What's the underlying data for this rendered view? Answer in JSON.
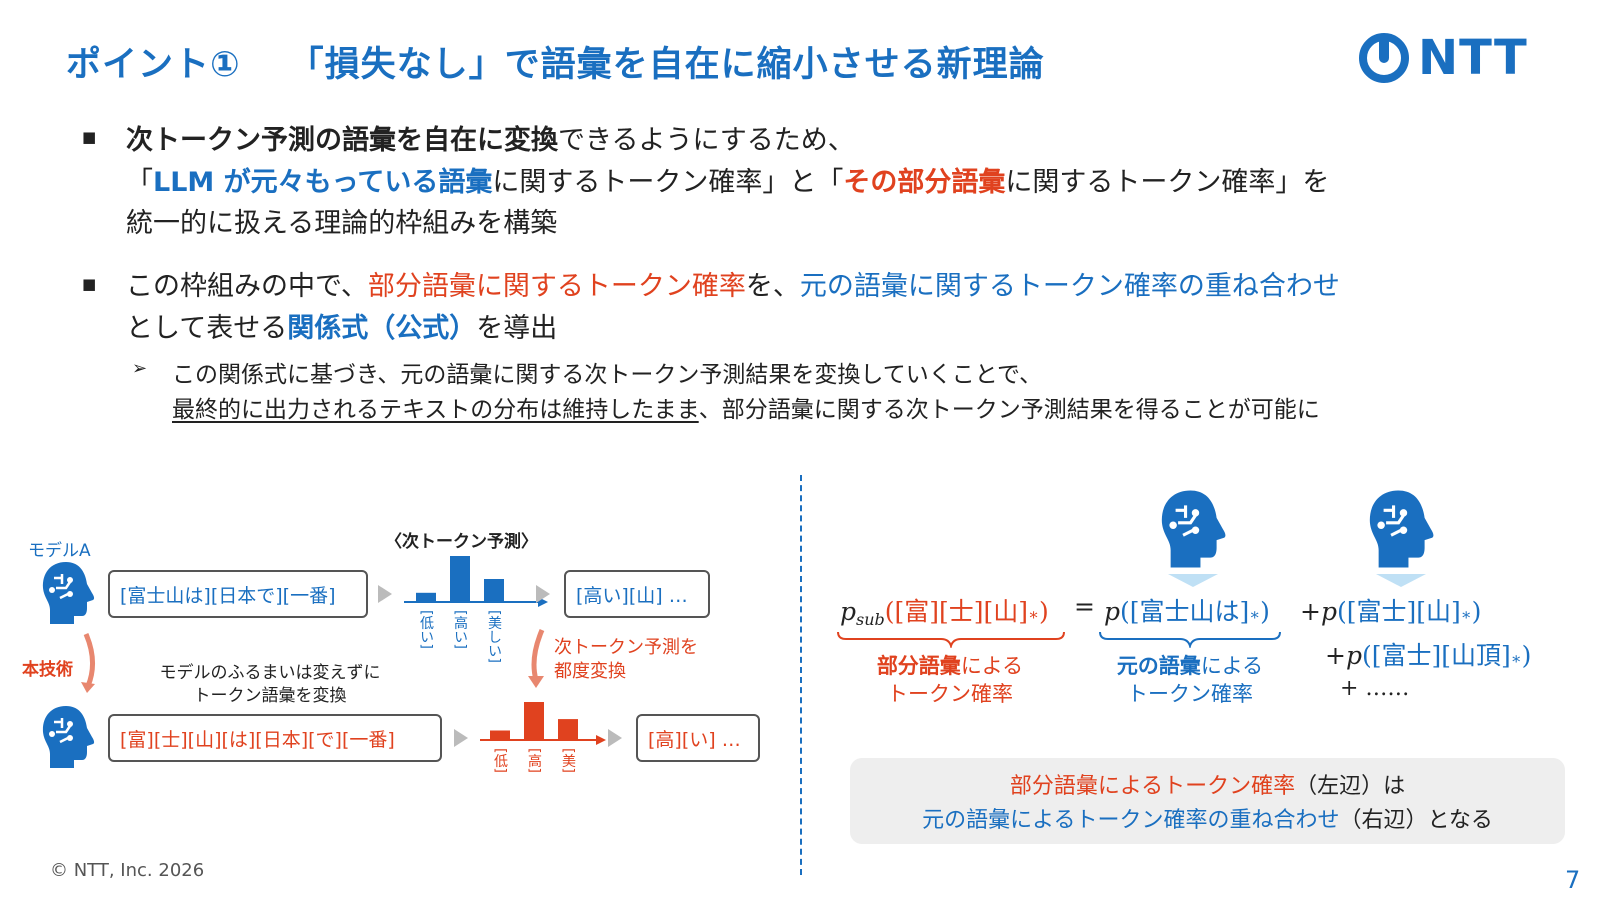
{
  "title": {
    "point": "ポイント①",
    "main": "「損失なし」で語彙を自在に縮小させる新理論"
  },
  "logo": {
    "text": "NTT"
  },
  "bullet1": {
    "l1_bold": "次トークン予測の語彙を自在に変換",
    "l1_rest": "できるようにするため、",
    "l2_a": "「",
    "l2_blue": "LLM が元々もっている語彙",
    "l2_b": "に関するトークン確率」と「",
    "l2_red": "その部分語彙",
    "l2_c": "に関するトークン確率」を",
    "l3": "統一的に扱える理論的枠組みを構築"
  },
  "bullet2": {
    "l1_a": "この枠組みの中で、",
    "l1_red": "部分語彙に関するトークン確率",
    "l1_b": "を、",
    "l1_blue": "元の語彙に関するトークン確率の重ね合わせ",
    "l2_a": "として表せる",
    "l2_bold": "関係式（公式）",
    "l2_b": "を導出",
    "sub_l1": "この関係式に基づき、元の語彙に関する次トークン予測結果を変換していくことで、",
    "sub_l2_u": "最終的に出力されるテキストの分布は維持したまま",
    "sub_l2_rest": "、部分語彙に関する次トークン予測結果を得ることが可能に"
  },
  "diagram": {
    "model_a": "モデルA",
    "next_token_label": "〈次トークン予測〉",
    "input_top": "[富士山は][日本で][一番]",
    "output_top": "[高い][山] …",
    "top_tokens": [
      "低い",
      "高い",
      "美しい"
    ],
    "top_values": [
      0.2,
      1.0,
      0.5
    ],
    "this_tech": "本技術",
    "behavior_note_1": "モデルのふるまいは変えずに",
    "behavior_note_2": "トークン語彙を変換",
    "convert_note_1": "次トークン予測を",
    "convert_note_2": "都度変換",
    "input_bottom": "[富][士][山][は][日本][で][一番]",
    "output_bottom": "[高][い] …",
    "bottom_tokens": [
      "低",
      "高",
      "美"
    ],
    "bottom_values": [
      0.25,
      1.0,
      0.55
    ]
  },
  "formula": {
    "lhs_p": "p",
    "lhs_sub": "sub",
    "lhs_args": "([富][士][山]",
    "star": "∗",
    "close": ")",
    "eq": "=",
    "rhs1_p": "p",
    "rhs1_args": "([富士山は]",
    "plus": "+",
    "rhs2_args": "([富士][山]",
    "rhs3_args": "([富士][山頂]",
    "ellipsis": "+ ……",
    "lhs_caption_1": "部分語彙",
    "lhs_caption_1b": "による",
    "lhs_caption_2": "トークン確率",
    "rhs_caption_1": "元の語彙",
    "rhs_caption_1b": "による",
    "rhs_caption_2": "トークン確率"
  },
  "note": {
    "l1_red": "部分語彙によるトークン確率",
    "l1_rest": "（左辺）は",
    "l2_blue": "元の語彙によるトークン確率の重ね合わせ",
    "l2_rest": "（右辺）となる"
  },
  "footer": "© NTT, Inc.  2026",
  "page_number": "7",
  "colors": {
    "blue": "#1a6fc0",
    "red": "#e0421f",
    "text": "#222222",
    "note_bg": "#eeeeee"
  }
}
